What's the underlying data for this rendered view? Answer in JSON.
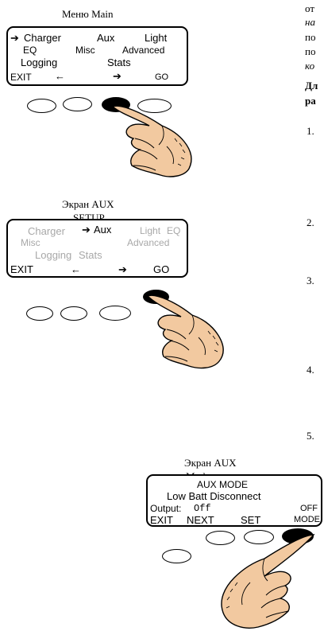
{
  "screen1": {
    "caption": "Меню Main",
    "cursor": "➔",
    "row1": [
      "Charger",
      "Aux",
      "Light"
    ],
    "row2": [
      "EQ",
      "Misc",
      "Advanced"
    ],
    "row3": [
      "Logging",
      "Stats"
    ],
    "softkeys": [
      "EXIT",
      "←",
      "➔",
      "GO"
    ],
    "pressed_button": 3
  },
  "screen2": {
    "caption": "Экран AUX",
    "overlay_title": "SETUP",
    "cursor": "➔",
    "row1": [
      "Charger",
      "Aux",
      "Light",
      "EQ"
    ],
    "row2": [
      "Misc",
      "Advanced"
    ],
    "row3": [
      "Logging",
      "Stats"
    ],
    "softkeys": [
      "EXIT",
      "←",
      "➔",
      "GO"
    ],
    "pressed_button": 4
  },
  "screen3": {
    "caption": "Экран AUX",
    "overlay_title": "Mode",
    "title": "AUX MODE",
    "line2": "Low Batt Disconnect",
    "output_label": "Output:",
    "output_value": "Off",
    "mode_value": "OFF",
    "softkeys": [
      "EXIT",
      "NEXT",
      "SET",
      "MODE"
    ],
    "pressed_button": 4
  },
  "right_column": {
    "line1": "от",
    "line2": "на",
    "line3": "по",
    "line4": "по",
    "line5": "ко",
    "heading1": "Дл",
    "heading2": "ра",
    "steps": [
      "1.",
      "2.",
      "3.",
      "4.",
      "5."
    ]
  },
  "colors": {
    "ink": "#000000",
    "faded_text": "#a8a8a8",
    "skin": "#f2c9a0"
  },
  "icons": {
    "hand": "pointing-hand-icon",
    "arrow": "right-arrow-icon"
  }
}
